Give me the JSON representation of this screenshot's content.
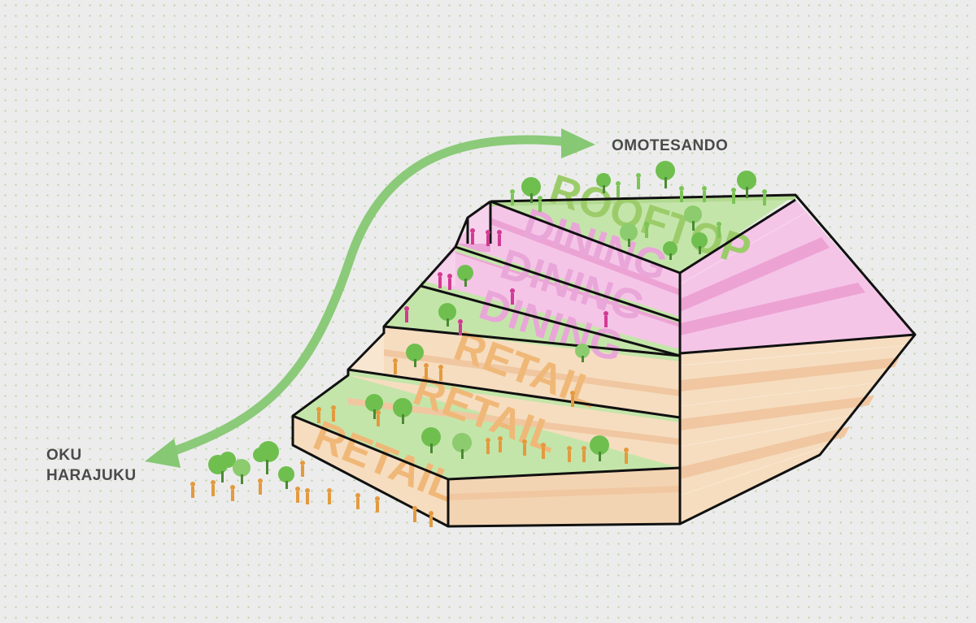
{
  "labels": {
    "top_destination": "OMOTESANDO",
    "bottom_destination_line1": "OKU",
    "bottom_destination_line2": "HARAJUKU"
  },
  "levels": [
    {
      "id": "retail-1",
      "label": "RETAIL"
    },
    {
      "id": "retail-2",
      "label": "RETAIL"
    },
    {
      "id": "retail-3",
      "label": "RETAIL"
    },
    {
      "id": "dining-1",
      "label": "DINING"
    },
    {
      "id": "dining-2",
      "label": "DINING"
    },
    {
      "id": "dining-3",
      "label": "DINING"
    },
    {
      "id": "rooftop",
      "label": "ROOFTOP"
    }
  ],
  "colors": {
    "retail_face": "#f6ddc0",
    "retail_text": "#f0b878",
    "dining_face": "#f5c5e8",
    "dining_text": "#e9a6d8",
    "terrace_green": "#c4e5a9",
    "rooftop_text": "#9ccc6a",
    "arrow_green": "#86c873",
    "people_orange": "#e39a3e",
    "people_magenta": "#d23a93",
    "tree_green": "#6fbf4f",
    "outline": "#111111"
  }
}
